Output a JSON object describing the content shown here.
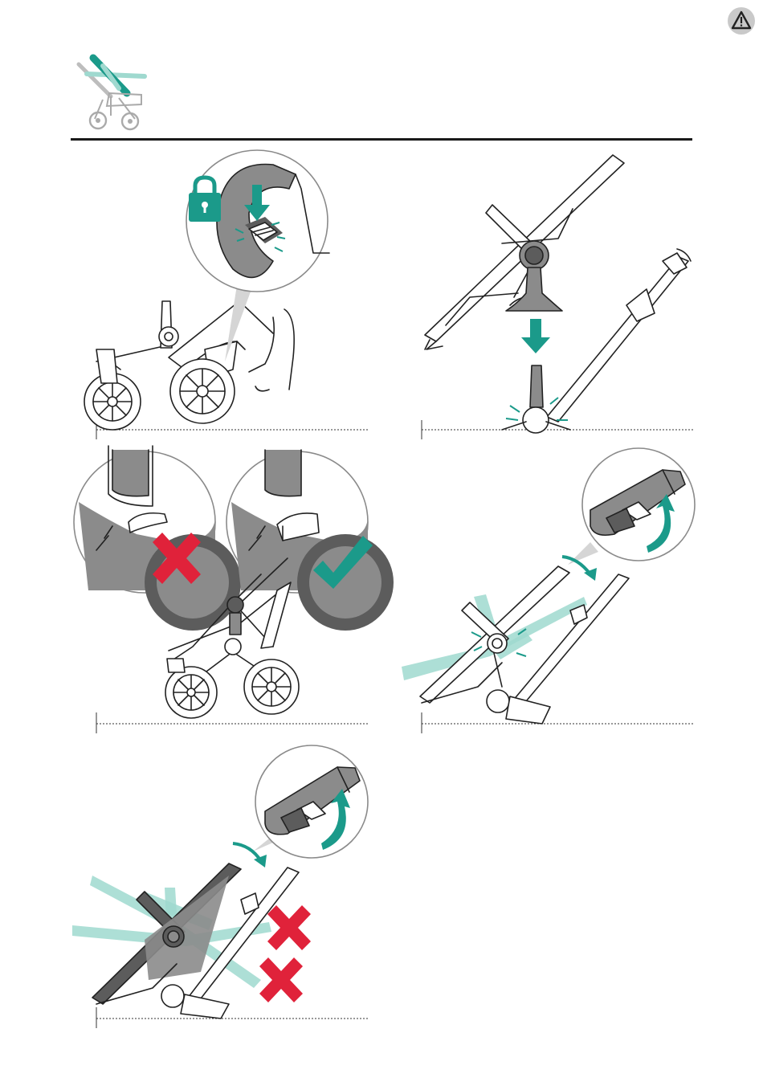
{
  "page": {
    "background": "#ffffff"
  },
  "colors": {
    "accent_teal": "#1b9a8a",
    "light_teal": "#9fd9cf",
    "error_red": "#e0223a",
    "warning_dark": "#2a2a2a"
  },
  "icons": {
    "warning": "warning-triangle-icon",
    "header": "stroller-recline-icon",
    "lock": "padlock-icon",
    "wrong": "red-cross-icon",
    "right": "green-checkmark-icon",
    "press": "down-arrow-icon",
    "release": "curved-arrow-icon"
  },
  "steps": [
    {
      "id": "lock-brake",
      "correct": true
    },
    {
      "id": "attach-seat-frame",
      "correct": true
    },
    {
      "id": "check-lock-indicator",
      "correct": true
    },
    {
      "id": "release-recline-handle",
      "correct": true
    },
    {
      "id": "recline-positions-not-allowed",
      "correct": false
    }
  ]
}
